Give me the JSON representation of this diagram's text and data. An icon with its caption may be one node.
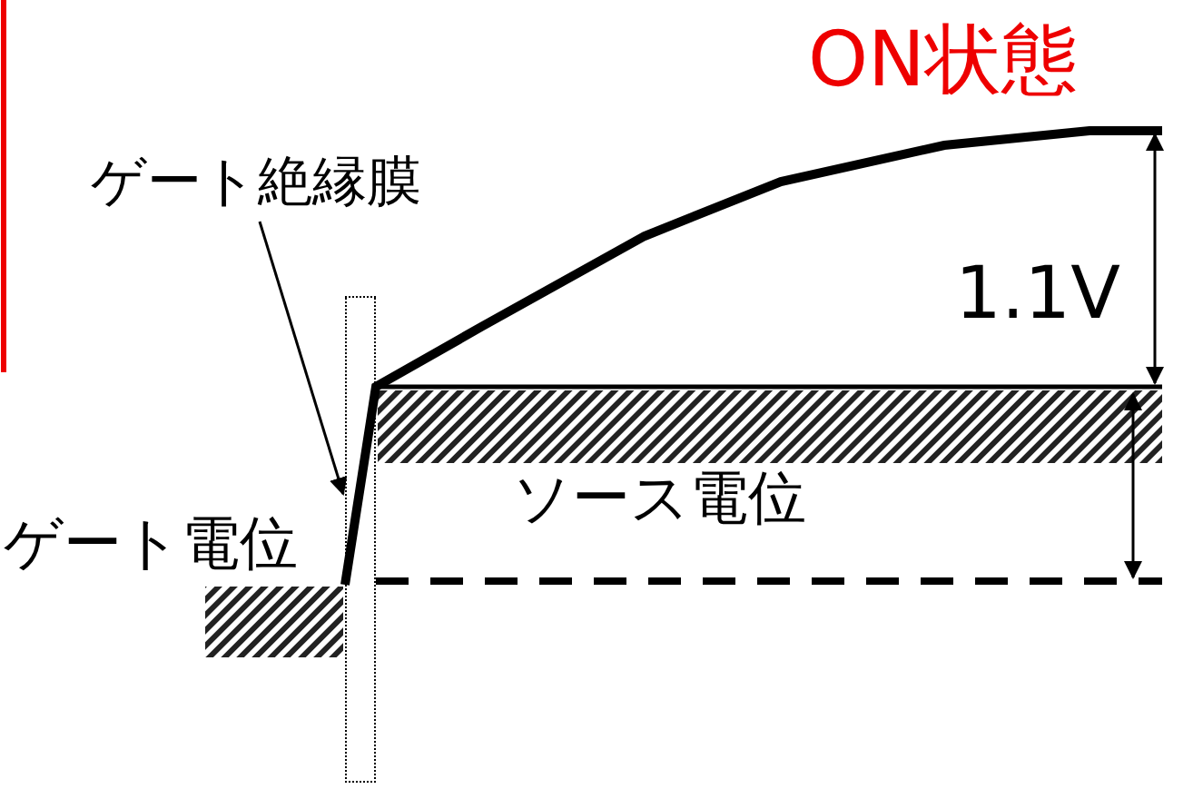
{
  "diagram": {
    "title": "ON状態",
    "nodes": [
      {
        "text": [
          "ゲート絶縁膜"
        ]
      },
      {
        "text": [],
        "shape": "box"
      }
    ],
    "edges": [
      {
        "from": 0,
        "to": 1,
        "arrow": "to"
      }
    ],
    "labels": [
      "1.1V",
      "ゲート電位",
      "ソース電位"
    ]
  }
}
